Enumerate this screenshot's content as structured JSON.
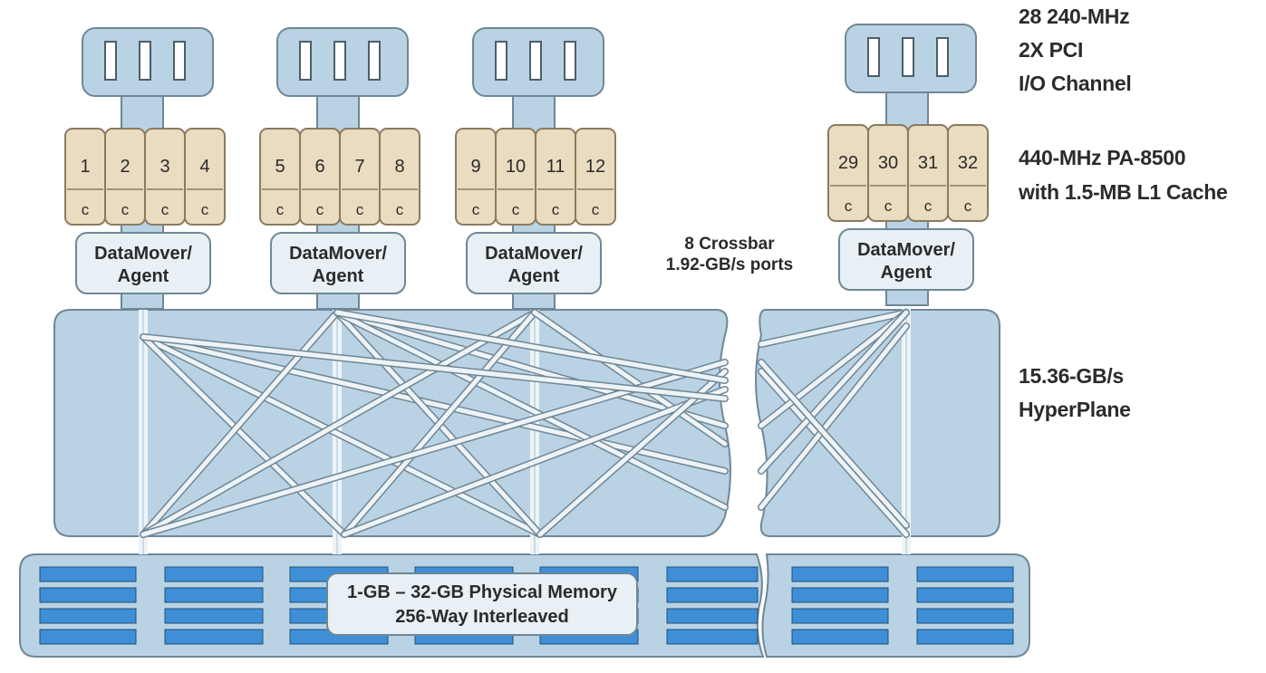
{
  "labels": {
    "pci": [
      "28 240-MHz",
      "2X PCI",
      "I/O Channel"
    ],
    "cpu": [
      "440-MHz PA-8500",
      "with 1.5-MB L1 Cache"
    ],
    "crossbar": [
      "8 Crossbar",
      "1.92-GB/s ports"
    ],
    "hyperplane": [
      "15.36-GB/s",
      "HyperPlane"
    ],
    "memory": [
      "1-GB – 32-GB Physical Memory",
      "256-Way Interleaved"
    ]
  },
  "nodes": [
    {
      "cpus": [
        "1",
        "2",
        "3",
        "4"
      ],
      "agent": [
        "DataMover/",
        "Agent"
      ]
    },
    {
      "cpus": [
        "5",
        "6",
        "7",
        "8"
      ],
      "agent": [
        "DataMover/",
        "Agent"
      ]
    },
    {
      "cpus": [
        "9",
        "10",
        "11",
        "12"
      ],
      "agent": [
        "DataMover/",
        "Agent"
      ]
    },
    {
      "cpus": [
        "29",
        "30",
        "31",
        "32"
      ],
      "agent": [
        "DataMover/",
        "Agent"
      ]
    }
  ],
  "cache_label": "c",
  "colors": {
    "blue_fill": "#b9d3e4",
    "blue_stroke": "#6f8796",
    "cpu_fill": "#eadcc0",
    "agent_fill": "#e8f0f5",
    "memory_bank": "#3f8fd6",
    "line": "#eef3f6"
  }
}
